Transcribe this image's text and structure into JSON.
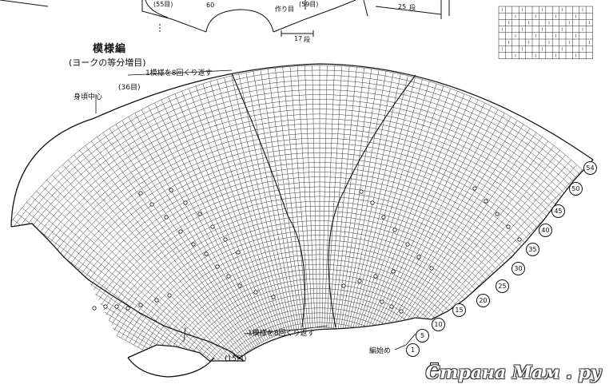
{
  "title": "模様編",
  "subtitle": "(ヨークの等分増目)",
  "labels": {
    "repeat_top": "1模様を8回くり返す",
    "repeat_bottom": "1模様を8回くり返す",
    "stitches_36": "(36目)",
    "body_center": "身頃中心",
    "stitches_15": "(15目)",
    "start_label": "編始め",
    "top_59": "(59目)",
    "top_55": "(55目)",
    "top_60": "60",
    "top_17": "17",
    "top_25": "25",
    "top_rows_a": "段",
    "top_rows_b": "段",
    "top_mark": "作り目"
  },
  "row_numbers": [
    "1",
    "5",
    "10",
    "15",
    "20",
    "25",
    "30",
    "35",
    "40",
    "45",
    "50",
    "54"
  ],
  "watermark": "Страна Мам . ру",
  "colors": {
    "line": "#111111",
    "grid": "#3b3b3b",
    "paper": "#ffffff"
  }
}
